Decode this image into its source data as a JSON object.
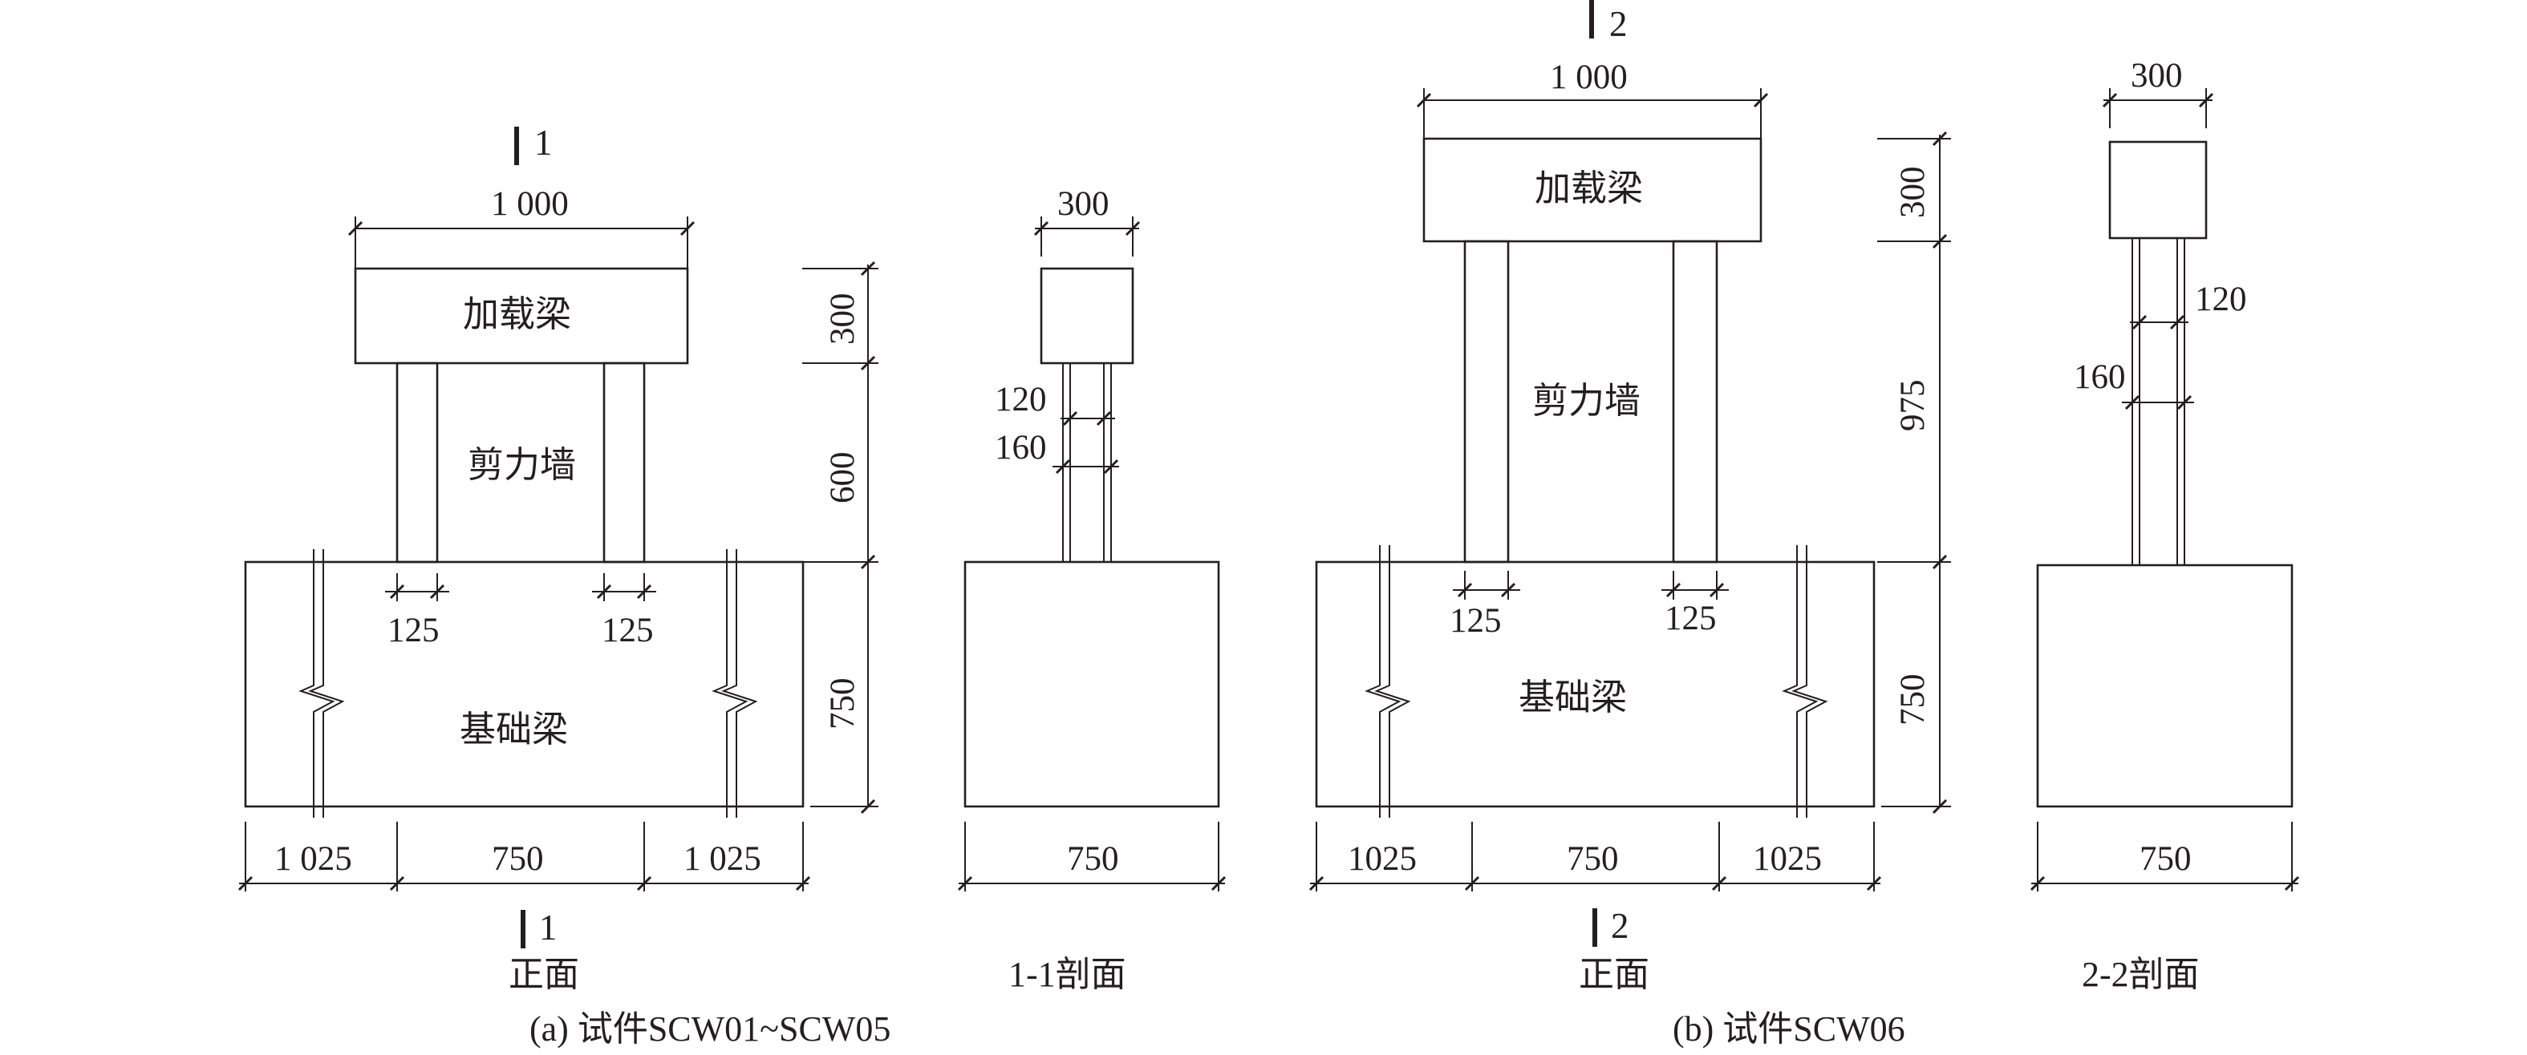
{
  "panel_a": {
    "section_mark": "1",
    "loading_beam": "加载梁",
    "shear_wall": "剪力墙",
    "foundation_beam": "基础梁",
    "dims": {
      "top_width": "1 000",
      "beam_height": "300",
      "wall_height": "600",
      "found_height": "750",
      "wall_left": "125",
      "wall_right": "125",
      "bottom_left": "1 025",
      "bottom_mid": "750",
      "bottom_right": "1 025"
    },
    "front_label": "正面",
    "section": {
      "label": "1-1剖面",
      "top_width": "300",
      "inner_thick": "120",
      "outer_thick": "160",
      "bottom_width": "750"
    },
    "caption": "(a) 试件SCW01~SCW05"
  },
  "panel_b": {
    "section_mark": "2",
    "loading_beam": "加载梁",
    "shear_wall": "剪力墙",
    "foundation_beam": "基础梁",
    "dims": {
      "top_width": "1 000",
      "beam_height": "300",
      "wall_height": "975",
      "found_height": "750",
      "wall_left": "125",
      "wall_right": "125",
      "bottom_left": "1025",
      "bottom_mid": "750",
      "bottom_right": "1025"
    },
    "front_label": "正面",
    "section": {
      "label": "2-2剖面",
      "top_width": "300",
      "inner_thick": "120",
      "outer_thick": "160",
      "bottom_width": "750"
    },
    "caption": "(b) 试件SCW06"
  }
}
